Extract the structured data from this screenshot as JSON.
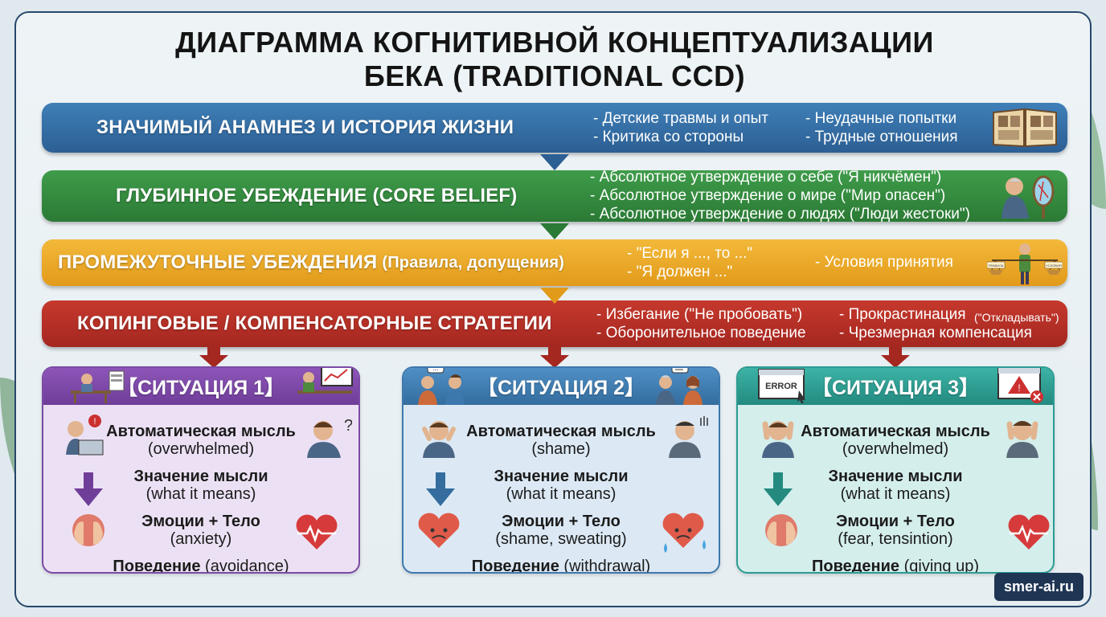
{
  "title_line1": "ДИАГРАММА КОГНИТИВНОЙ КОНЦЕПТУАЛИЗАЦИИ",
  "title_line2": "БЕКА (TRADITIONAL CCD)",
  "levels": [
    {
      "title": "ЗНАЧИМЫЙ АНАМНЕЗ И ИСТОРИЯ ЖИЗНИ",
      "items": [
        "- Детские травмы и опыт",
        "- Критика со стороны",
        "- Неудачные попытки",
        "- Трудные отношения"
      ]
    },
    {
      "title": "ГЛУБИННОЕ УБЕЖДЕНИЕ (CORE BELIEF)",
      "items": [
        "- Абсолютное утверждение о себе (\"Я никчёмен\")",
        "- Абсолютное утверждение о мире (\"Мир опасен\")",
        "- Абсолютное утверждение о людях (\"Люди жестоки\")"
      ]
    },
    {
      "title": "ПРОМЕЖУТОЧНЫЕ УБЕЖДЕНИЯ",
      "title_small": "(Правила, допущения)",
      "items": [
        "- \"Если я ..., то ...\"",
        "- \"Я должен ...\"",
        "- Условия принятия"
      ]
    },
    {
      "title": "КОПИНГОВЫЕ / КОМПЕНСАТОРНЫЕ СТРАТЕГИИ",
      "items": [
        "- Избегание (\"Не пробовать\")",
        "- Оборонительное поведение",
        "- Прокрастинация",
        "(\"Откладывать\")",
        "- Чрезмерная компенсация"
      ]
    }
  ],
  "situations": [
    {
      "title": "【СИТУАЦИЯ 1】",
      "thought_label": "Автоматическая мысль",
      "thought": "(overwhelmed)",
      "meaning_label": "Значение мысли",
      "meaning": "(what it means)",
      "emotion_label": "Эмоции + Тело",
      "emotion": "(anxiety)",
      "behavior_label": "Поведение",
      "behavior": "(avoidance)"
    },
    {
      "title": "【СИТУАЦИЯ 2】",
      "thought_label": "Автоматическая мысль",
      "thought": "(shame)",
      "meaning_label": "Значение мысли",
      "meaning": "(what it means)",
      "emotion_label": "Эмоции + Тело",
      "emotion": "(shame, sweating)",
      "behavior_label": "Поведение",
      "behavior": "(withdrawal)"
    },
    {
      "title": "【СИТУАЦИЯ 3】",
      "thought_label": "Автоматическая мысль",
      "thought": "(overwhelmed)",
      "meaning_label": "Значение мысли",
      "meaning": "(what it means)",
      "emotion_label": "Эмоции + Тело",
      "emotion": "(fear, tensintion)",
      "behavior_label": "Поведение",
      "behavior": "(giving up)"
    }
  ],
  "icons": {
    "error_window": "ERROR",
    "sign_left": "ПРАВИЛА",
    "sign_right": "УСЛОВИЯ"
  },
  "brand": "smer-ai.ru",
  "colors": {
    "level1": "#2c5f93",
    "level2": "#2b7a35",
    "level3": "#e29a1a",
    "level4": "#a42720",
    "situation1": "#7b4aa6",
    "situation2": "#3d78ad",
    "situation3": "#2c9c92"
  }
}
